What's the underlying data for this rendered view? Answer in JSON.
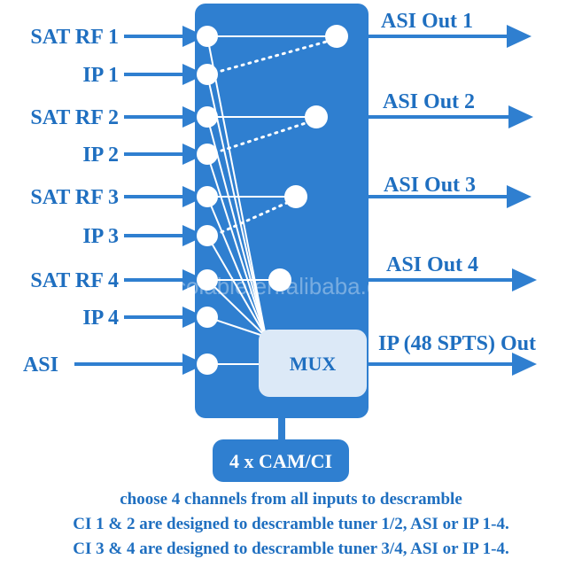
{
  "inputs": [
    "SAT RF 1",
    "IP 1",
    "SAT RF 2",
    "IP 2",
    "SAT RF 3",
    "IP 3",
    "SAT RF 4",
    "IP 4",
    "ASI"
  ],
  "outputs": [
    "ASI Out 1",
    "ASI Out 2",
    "ASI Out 3",
    "ASI Out 4",
    "IP (48 SPTS) Out"
  ],
  "mux_label": "MUX",
  "cam_label": "4 x CAM/CI",
  "watermark": "colable.en.alibaba.com",
  "captions": [
    "choose 4 channels from all inputs to descramble",
    "CI 1 & 2 are designed to descramble tuner 1/2,  ASI or IP 1-4.",
    "CI 3 & 4 are designed to descramble tuner 3/4,  ASI or IP 1-4."
  ],
  "colors": {
    "primary": "#2f7fd0",
    "text": "#1f6fc0",
    "mux_fill": "#dce9f7",
    "line": "#ffffff"
  }
}
